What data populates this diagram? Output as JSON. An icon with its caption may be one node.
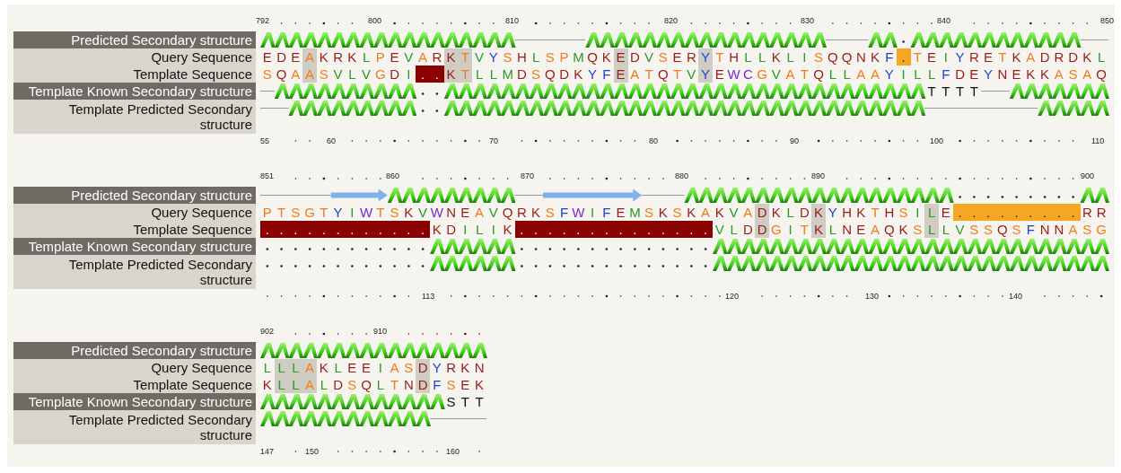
{
  "diagram": {
    "labels": [
      "792",
      "800",
      "810",
      "820",
      "830",
      "840",
      "850",
      "Predicted Secondary structure",
      "Query Sequence",
      "E D E A K R K L P E V A R K T V Y S H L S P M Q K E D V S E R Y T H L L K L I S Q Q N K F . T E I Y R E T K A D R D K L",
      "Template Sequence",
      "S Q A A S V L V G D I . . K T L L M D S Q D K Y F E A T Q T V Y E W C G V A T Q L L A A Y I L L F D E Y N E K K A S A Q",
      "Template Known Secondary structure",
      "T T T T",
      "Template Predicted Secondary structure",
      "55",
      "60",
      "70",
      "80",
      "90",
      "100",
      "110",
      "851",
      "860",
      "870",
      "880",
      "890",
      "900",
      "Predicted Secondary structure",
      "Query Sequence",
      "P T S G T Y I W T S K V W N E A V Q R K S F W I F E M S K S K A K V A D K L D K Y H K T H S I L E . . . . . . . . . R R",
      "Template Sequence",
      ". . . . . . . . . . . . K D I L I K . . . . . . . . . . . . . . V L D D G I T K L N E A Q K S L L V S S Q S F N N A S G",
      "Template Known Secondary structure",
      "Template Predicted Secondary structure",
      "113",
      "120",
      "130",
      "140",
      "902",
      "910",
      "Predicted Secondary structure",
      "Query Sequence",
      "L L L A K L E E I A S D Y R K N",
      "Template Sequence",
      "K L L A L D S Q L T N D F S E K",
      "Template Known Secondary structure",
      "S T T",
      "Template Predicted Secondary structure",
      "147",
      "150",
      "160"
    ]
  }
}
